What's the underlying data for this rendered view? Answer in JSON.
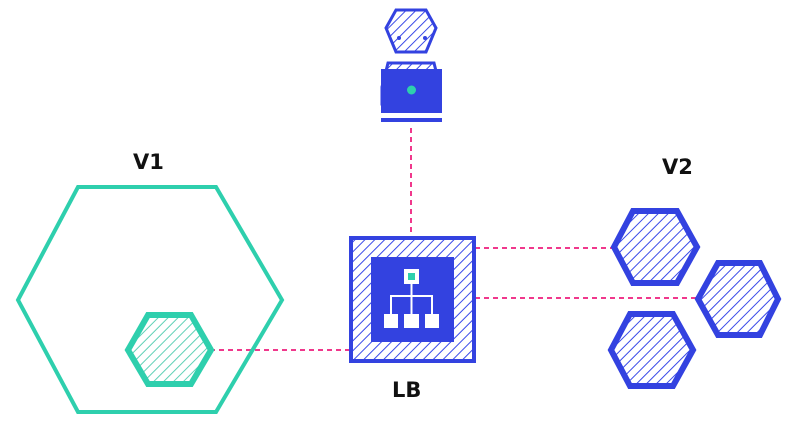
{
  "labels": {
    "v1": "V1",
    "v2": "V2",
    "lb": "LB"
  },
  "colors": {
    "teal": "#2ecfad",
    "blue": "#3342e0",
    "hatch_teal": "#5fd1b6",
    "hatch_blue": "#3a4ae8",
    "pink": "#f0388c",
    "text": "#111111"
  },
  "icons": [
    "user-with-laptop-icon",
    "hierarchy-icon"
  ]
}
